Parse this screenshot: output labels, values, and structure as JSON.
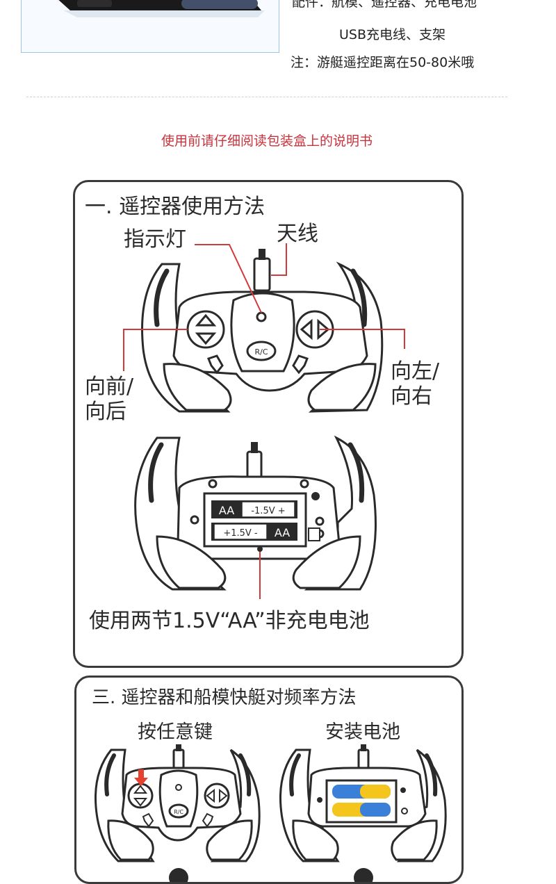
{
  "accessories": {
    "line1": "配件：航模、遥控器、充电电池",
    "line2": "USB充电线、支架",
    "note": "注：游艇遥控距离在50-80米哦"
  },
  "notice": "使用前请仔细阅读包装盒上的说明书",
  "section1": {
    "title": "一. 遥控器使用方法",
    "indicator_label": "指示灯",
    "antenna_label": "天线",
    "forward_line1": "向前/",
    "forward_line2": "向后",
    "turn_line1": "向左/",
    "turn_line2": "向右",
    "battery_aa_1": "AA",
    "battery_v_1": "-1.5V +",
    "battery_aa_2": "AA",
    "battery_v_2": "+1.5V -",
    "center_button": "R/C",
    "battery_caption": "使用两节1.5V“AA”非充电电池"
  },
  "section3": {
    "title": "三. 遥控器和船模快艇对频率方法",
    "step1_label": "按任意键",
    "step2_label": "安装电池",
    "center_button": "R/C"
  },
  "colors": {
    "notice_red": "#c8323c",
    "arrow_red": "#e5412e",
    "callout_red": "#d13a3a",
    "battery_yellow": "#f4c51d",
    "battery_blue": "#3a7fd8"
  }
}
